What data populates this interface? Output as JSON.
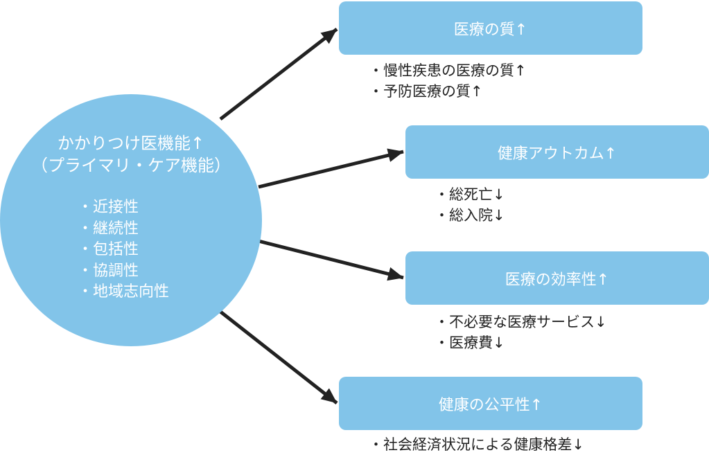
{
  "center": {
    "title_line1": "かかりつけ医機能↑",
    "title_line2": "（プライマリ・ケア機能）",
    "features": [
      "・近接性",
      "・継続性",
      "・包括性",
      "・協調性",
      "・地域志向性"
    ]
  },
  "outcomes": [
    {
      "label": "医療の質↑",
      "bullets": [
        "・慢性疾患の医療の質↑",
        "・予防医療の質↑"
      ]
    },
    {
      "label": "健康アウトカム↑",
      "bullets": [
        "・総死亡↓",
        "・総入院↓"
      ]
    },
    {
      "label": "医療の効率性↑",
      "bullets": [
        "・不必要な医療サービス↓",
        "・医療費↓"
      ]
    },
    {
      "label": "健康の公平性↑",
      "bullets": [
        "・社会経済状況による健康格差↓"
      ]
    }
  ],
  "colors": {
    "node_fill": "#82c4e9",
    "node_text": "#ffffff",
    "arrow": "#222222",
    "bullet_text": "#222222"
  }
}
